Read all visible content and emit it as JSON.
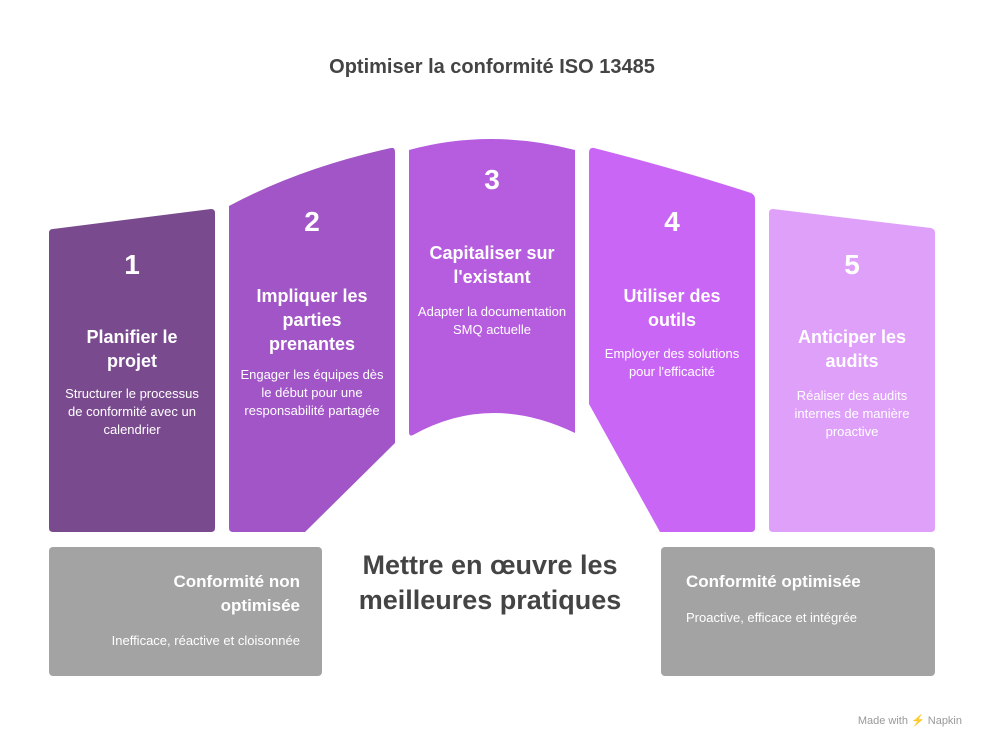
{
  "title": "Optimiser la conformité ISO 13485",
  "center_label": "Mettre en œuvre les meilleures pratiques",
  "steps": [
    {
      "number": "1",
      "heading": "Planifier le projet",
      "description": "Structurer le processus de conformité avec un calendrier",
      "color": "#7a4a8f"
    },
    {
      "number": "2",
      "heading": "Impliquer les parties prenantes",
      "description": "Engager les équipes dès le début pour une responsabilité partagée",
      "color": "#a155c6"
    },
    {
      "number": "3",
      "heading": "Capitaliser sur l'existant",
      "description": "Adapter la documentation SMQ actuelle",
      "color": "#b65ddf"
    },
    {
      "number": "4",
      "heading": "Utiliser des outils",
      "description": "Employer des solutions pour l'efficacité",
      "color": "#c966f5"
    },
    {
      "number": "5",
      "heading": "Anticiper les audits",
      "description": "Réaliser des audits internes de manière proactive",
      "color": "#dfa0fa"
    }
  ],
  "left_box": {
    "heading": "Conformité non optimisée",
    "description": "Inefficace, réactive et cloisonnée"
  },
  "right_box": {
    "heading": "Conformité optimisée",
    "description": "Proactive, efficace et intégrée"
  },
  "credit": "Made with ⚡ Napkin"
}
